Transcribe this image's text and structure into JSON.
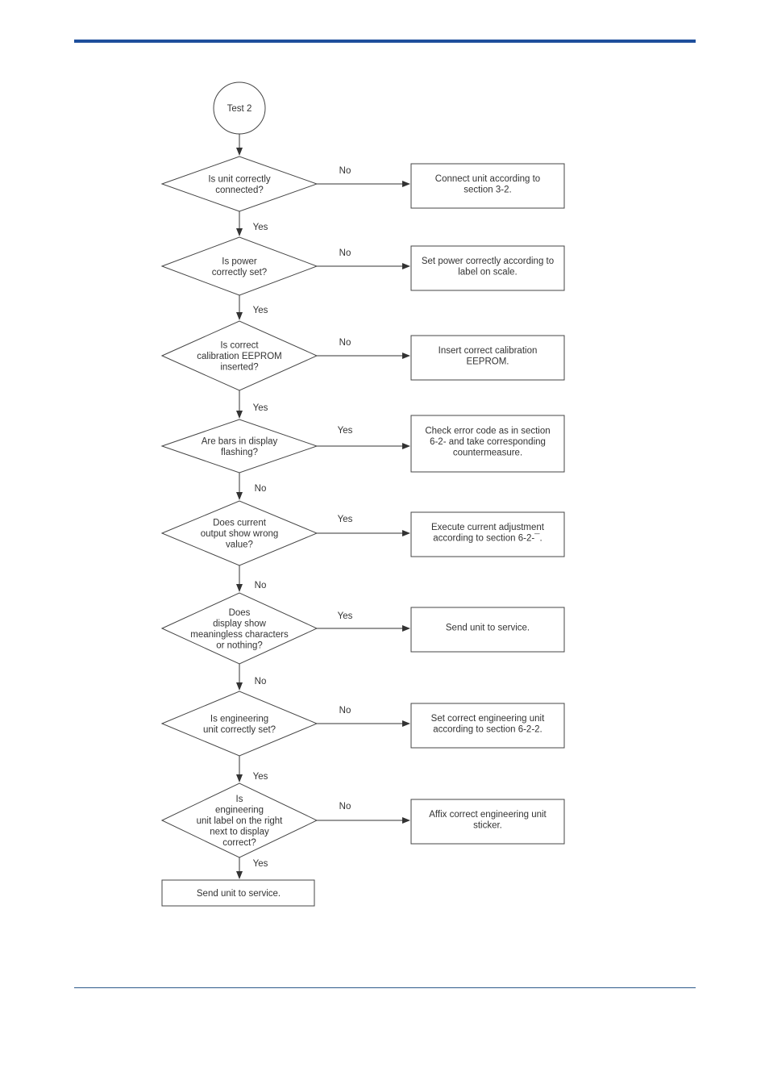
{
  "start": "Test 2",
  "steps": [
    {
      "question": [
        "Is unit correctly",
        "connected?"
      ],
      "side_label": "No",
      "action": [
        "Connect unit according to",
        "section 3-2."
      ],
      "down_label": "Yes"
    },
    {
      "question": [
        "Is power",
        "correctly set?"
      ],
      "side_label": "No",
      "action": [
        "Set power correctly according to",
        "label on scale."
      ],
      "down_label": "Yes"
    },
    {
      "question": [
        "Is correct",
        "calibration EEPROM",
        "inserted?"
      ],
      "side_label": "No",
      "action": [
        "Insert correct calibration",
        "EEPROM."
      ],
      "down_label": "Yes"
    },
    {
      "question": [
        "Are bars in display",
        "flashing?"
      ],
      "side_label": "Yes",
      "action": [
        "Check error code as in section",
        "6-2-   and take corresponding",
        "countermeasure."
      ],
      "down_label": "No"
    },
    {
      "question": [
        "Does current",
        "output show wrong",
        "value?"
      ],
      "side_label": "Yes",
      "action": [
        "Execute current adjustment",
        "according to section 6-2-¯."
      ],
      "down_label": "No"
    },
    {
      "question": [
        "Does",
        "display show",
        "meaningless characters",
        "or nothing?"
      ],
      "side_label": "Yes",
      "action": [
        "Send unit to service."
      ],
      "down_label": "No"
    },
    {
      "question": [
        "Is engineering",
        "unit correctly set?"
      ],
      "side_label": "No",
      "action": [
        "Set correct engineering unit",
        "according to section 6-2-2."
      ],
      "down_label": "Yes"
    },
    {
      "question": [
        "Is",
        "engineering",
        "unit label on the right",
        "next to display",
        "correct?"
      ],
      "side_label": "No",
      "action": [
        "Affix correct engineering unit",
        "sticker."
      ],
      "down_label": "Yes"
    }
  ],
  "end": "Send unit to service."
}
